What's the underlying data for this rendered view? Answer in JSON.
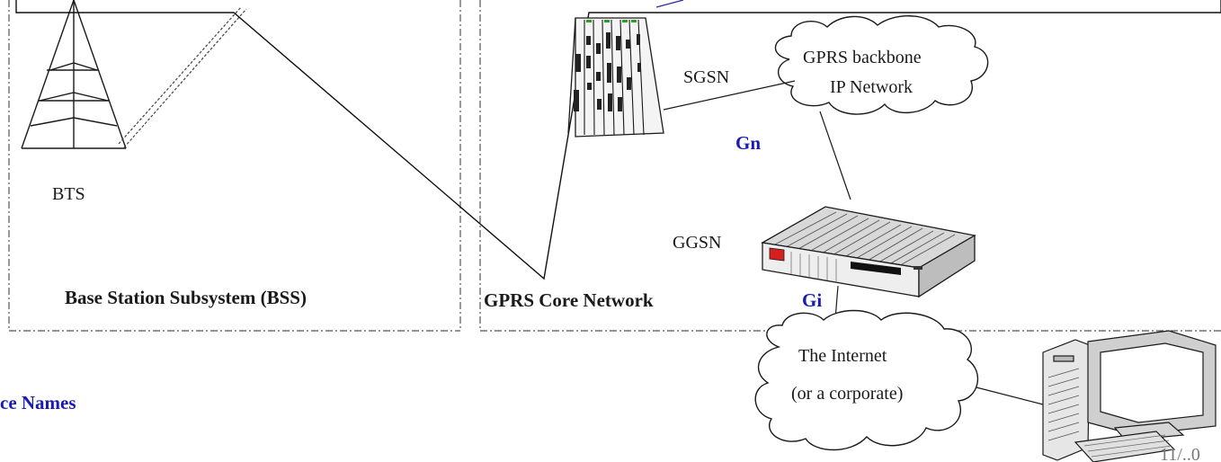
{
  "diagram": {
    "labels": {
      "bts": "BTS",
      "sgsn": "SGSN",
      "ggsn": "GGSN",
      "backbone_line1": "GPRS backbone",
      "backbone_line2": "IP Network",
      "internet_line1": "The Internet",
      "internet_line2": "(or a corporate)",
      "bss_region": "Base Station Subsystem (BSS)",
      "core_region": "GPRS Core Network",
      "interface_names_fragment": "ce Names",
      "page_number_fragment": "11/..0"
    },
    "interfaces": {
      "gn": "Gn",
      "gi": "Gi"
    },
    "colors": {
      "interface_label": "#1a1ab8",
      "line": "#1a1a1a",
      "region_border": "#555555",
      "router_accent": "#d62020"
    },
    "icons": [
      "bts-tower-icon",
      "sgsn-rack-icon",
      "ggsn-router-icon",
      "computer-icon",
      "cloud-icon"
    ]
  }
}
